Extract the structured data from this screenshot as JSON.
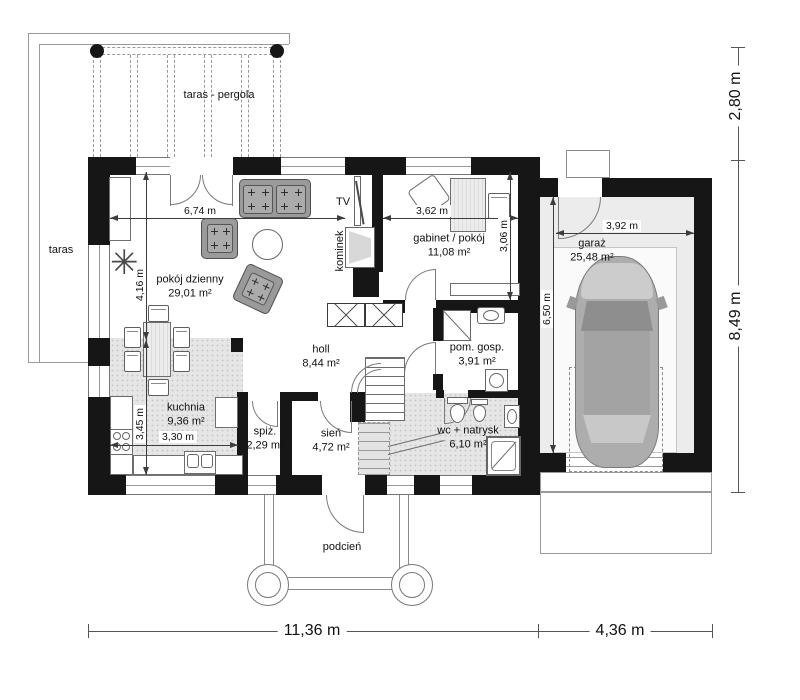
{
  "labels": {
    "taras": "taras",
    "taras_pergola": "taras - pergola",
    "podcien": "podcień",
    "kominek": "kominek",
    "tv": "TV"
  },
  "rooms": {
    "pokoj_dzienny": {
      "name": "pokój dzienny",
      "area": "29,01 m²"
    },
    "gabinet": {
      "name": "gabinet / pokój",
      "area": "11,08 m²"
    },
    "kuchnia": {
      "name": "kuchnia",
      "area": "9,36 m²"
    },
    "spiz": {
      "name": "spiż.",
      "area": "2,29 m²"
    },
    "sien": {
      "name": "sień",
      "area": "4,72 m²"
    },
    "holl": {
      "name": "holl",
      "area": "8,44 m²"
    },
    "pom_gosp": {
      "name": "pom. gosp.",
      "area": "3,91 m²"
    },
    "wc": {
      "name": "wc + natrysk",
      "area": "6,10 m²"
    },
    "garaz": {
      "name": "garaż",
      "area": "25,48 m²"
    }
  },
  "dimensions": {
    "living_width": "6,74 m",
    "gabinet_width": "3,62 m",
    "living_depth": "4,16 m",
    "kitchen_depth": "3,45 m",
    "kitchen_width": "3,30 m",
    "gabinet_depth": "3,06 m",
    "garage_width": "3,92 m",
    "garage_depth": "6,50 m",
    "right_upper": "2,80 m",
    "right_total": "8,49 m",
    "bottom_house": "11,36 m",
    "bottom_garage": "4,36 m"
  },
  "colors": {
    "wall": "#161616",
    "line": "#777777",
    "floor_gray": "#e6e6e6",
    "furniture_gray": "#9a9a9a"
  }
}
